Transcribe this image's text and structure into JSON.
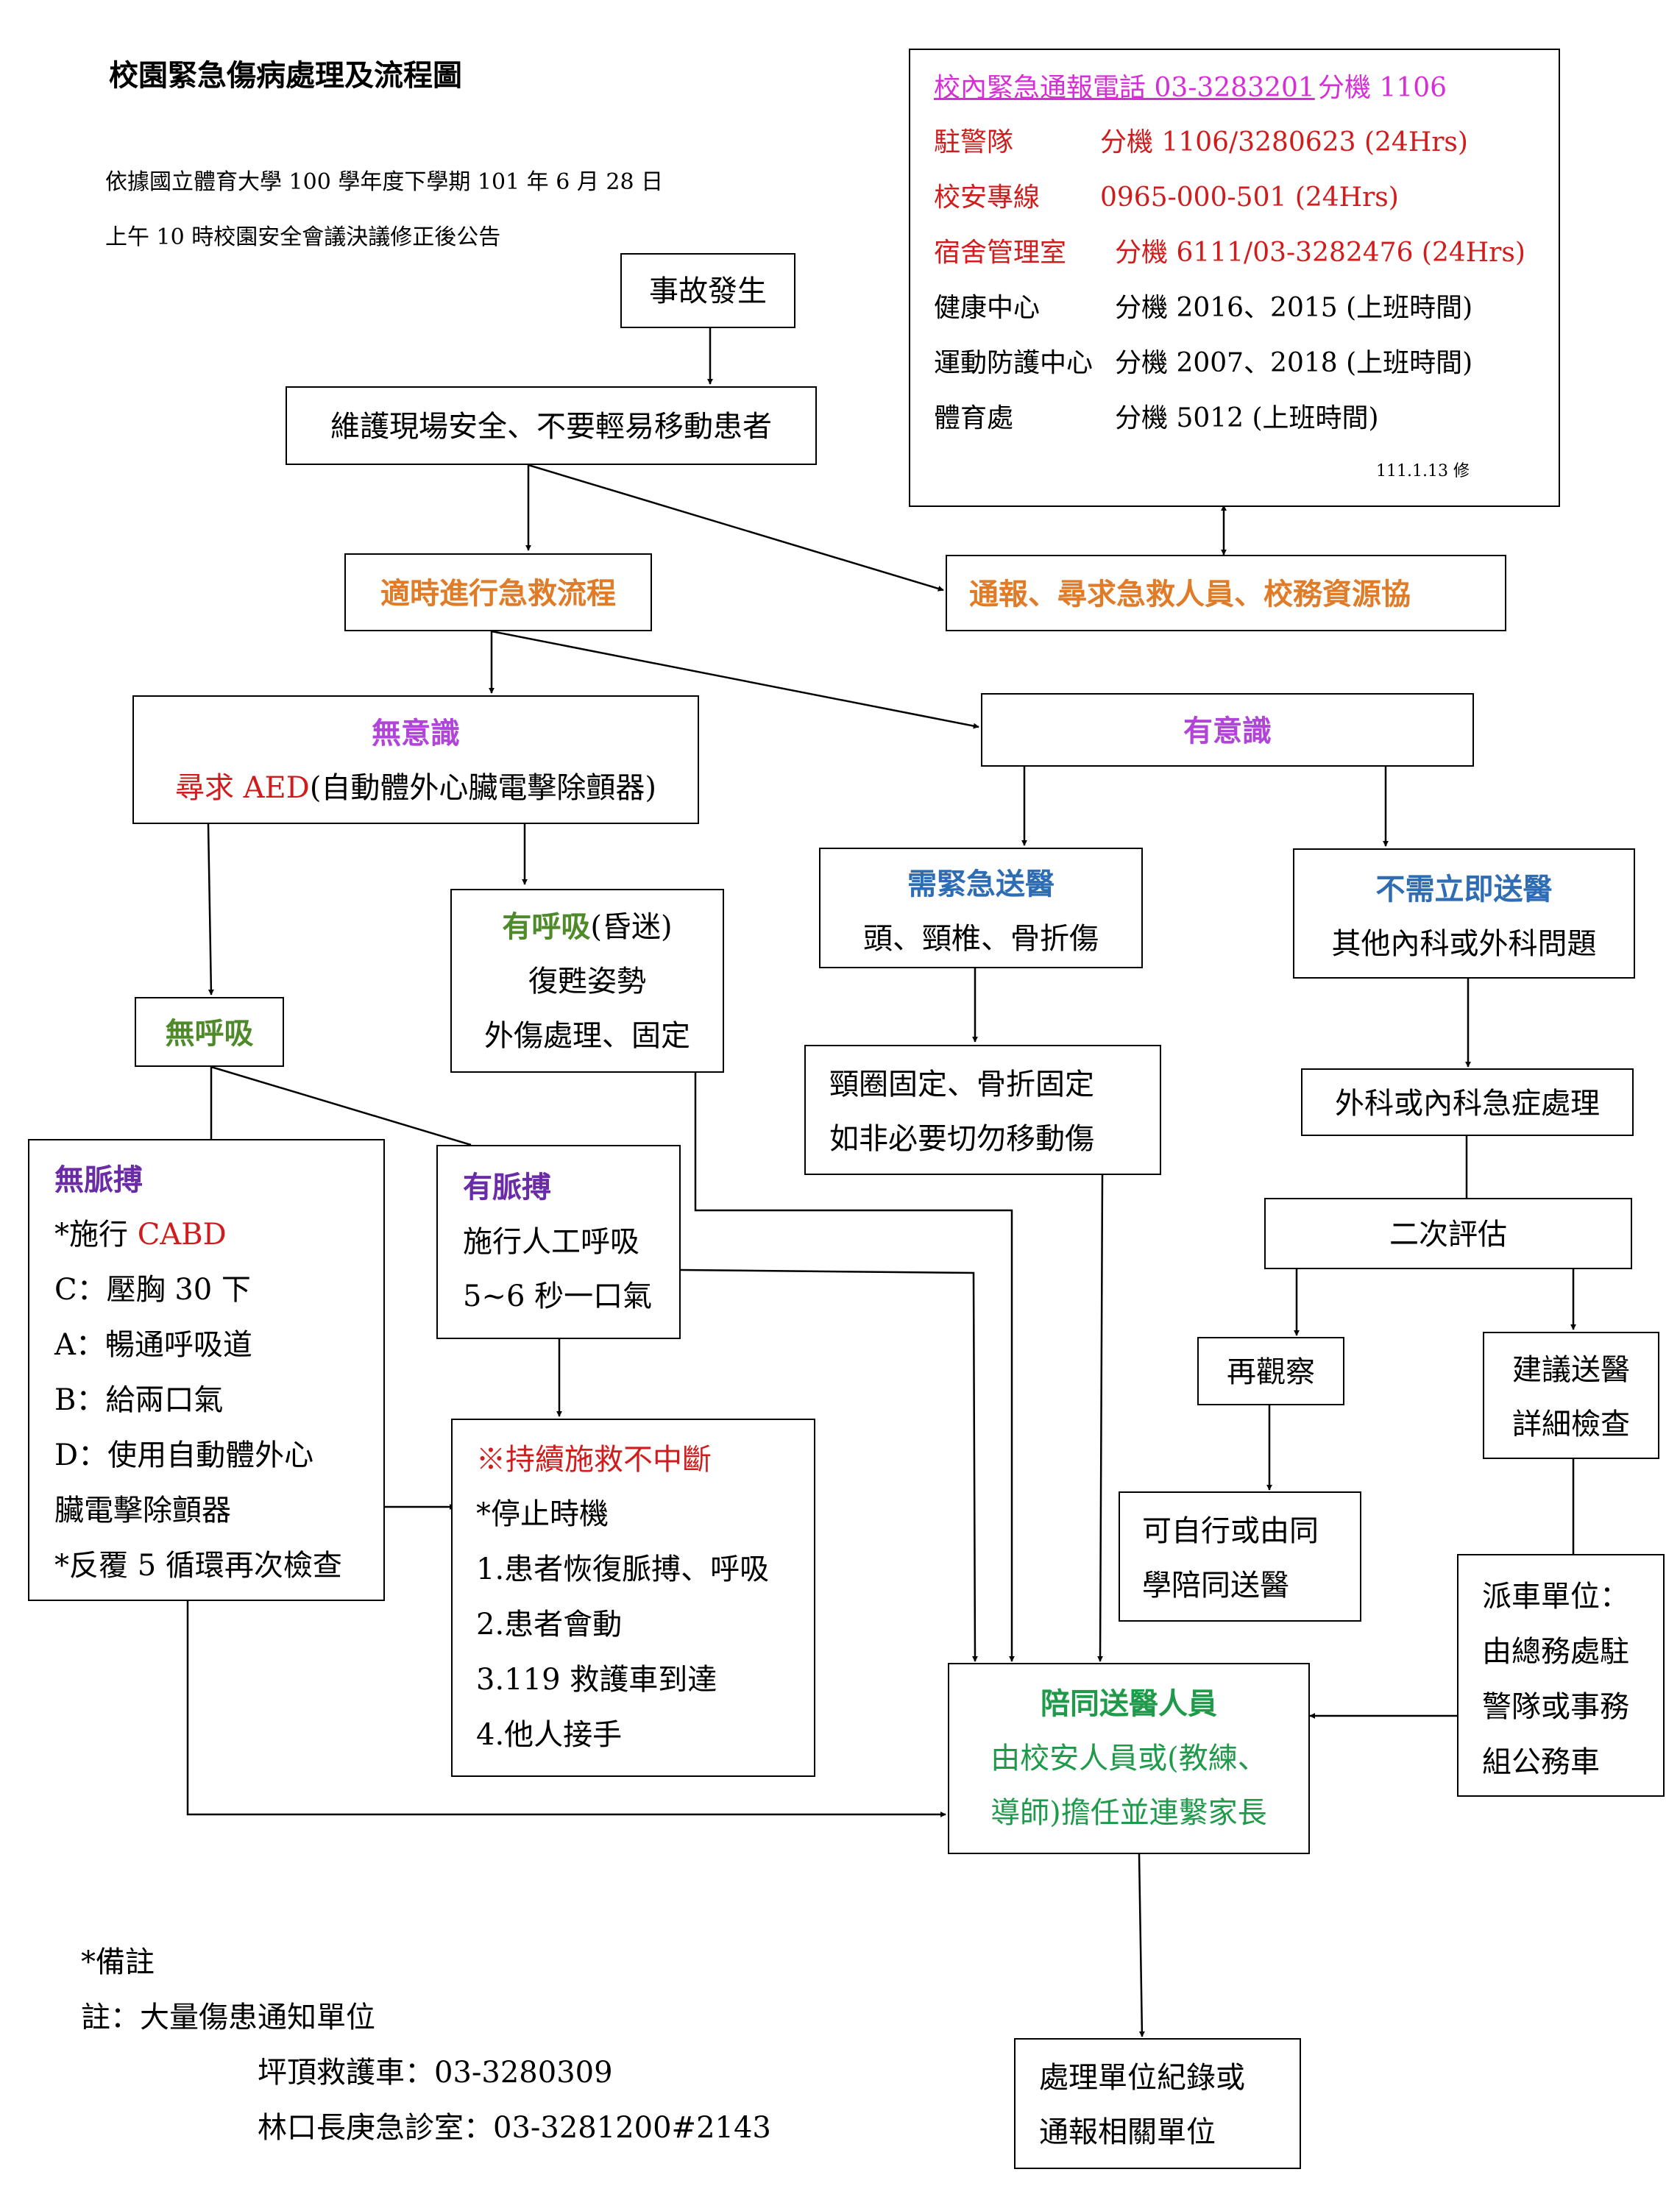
{
  "colors": {
    "orange": "#e07b28",
    "purple": "#b045d8",
    "red": "#d01c1c",
    "green": "#4e8a2a",
    "blue": "#2e6db4",
    "teal": "#1f9a4a",
    "magenta": "#d62ed6",
    "darkpurple": "#6a2ba6"
  },
  "header": {
    "title": "校園緊急傷病處理及流程圖",
    "note_line1": "依據國立體育大學 100 學年度下學期 101 年 6 月 28 日",
    "note_line2": "上午 10 時校園安全會議決議修正後公告"
  },
  "contacts": {
    "hotline_label": "校內緊急通報電話 03-3283201",
    "hotline_ext": "分機 1106",
    "rows": [
      {
        "name": "駐警隊",
        "value": "分機 1106/3280623 (24Hrs)"
      },
      {
        "name": "校安專線",
        "value": "0965-000-501 (24Hrs)"
      },
      {
        "name": "宿舍管理室",
        "value": "分機 6111/03-3282476 (24Hrs)"
      },
      {
        "name": "健康中心",
        "value": "分機 2016、2015 (上班時間)"
      },
      {
        "name": "運動防護中心",
        "value": "分機 2007、2018 (上班時間)"
      },
      {
        "name": "體育處",
        "value": "分機 5012 (上班時間)"
      }
    ],
    "revision": "111.1.13 修"
  },
  "flow": {
    "accident": "事故發生",
    "safety": "維護現場安全、不要輕易移動患者",
    "first_aid": "適時進行急救流程",
    "notify": "通報、尋求急救人員、校務資源協",
    "unconscious_title": "無意識",
    "aed_red": "尋求 AED",
    "aed_rest": "(自動體外心臟電擊除顫器)",
    "conscious": "有意識",
    "breathing_title": "有呼吸",
    "breathing_paren": "(昏迷)",
    "breathing_l2": "復甦姿勢",
    "breathing_l3": "外傷處理、固定",
    "no_breath": "無呼吸",
    "urgent_title": "需緊急送醫",
    "urgent_l2": "頭、頸椎、骨折傷",
    "fix_l1": "頸圈固定、骨折固定",
    "fix_l2": "如非必要切勿移動傷",
    "nonurgent_title": "不需立即送醫",
    "nonurgent_l2": "其他內科或外科問題",
    "medical": "外科或內科急症處理",
    "reassess": "二次評估",
    "observe": "再觀察",
    "suggest_l1": "建議送醫",
    "suggest_l2": "詳細檢查",
    "self_l1": "可自行或由同",
    "self_l2": "學陪同送醫",
    "no_pulse_title": "無脈搏",
    "cabd_prefix": "*施行 ",
    "cabd_red": "CABD",
    "cabd_c": "C：壓胸 30 下",
    "cabd_a": "A：暢通呼吸道",
    "cabd_b": "B：給兩口氣",
    "cabd_d1": "D：使用自動體外心",
    "cabd_d2": "臟電擊除顫器",
    "cabd_repeat": "*反覆 5 循環再次檢查",
    "pulse_title": "有脈搏",
    "pulse_l2": "施行人工呼吸",
    "pulse_l3": "5~6 秒一口氣",
    "continue_title": "※持續施救不中斷",
    "continue_l1": "*停止時機",
    "continue_l2": "1.患者恢復脈搏、呼吸",
    "continue_l3": "2.患者會動",
    "continue_l4": "3.119 救護車到達",
    "continue_l5": "4.他人接手",
    "escort_title": "陪同送醫人員",
    "escort_l2": "由校安人員或(教練、",
    "escort_l3": "導師)擔任並連繫家長",
    "dispatch_l1": "派車單位：",
    "dispatch_l2": "由總務處駐",
    "dispatch_l3": "警隊或事務",
    "dispatch_l4": "組公務車",
    "record_l1": "處理單位紀錄或",
    "record_l2": "通報相關單位"
  },
  "footer": {
    "remark": "*備註",
    "note": "註：大量傷患通知單位",
    "ambulance": "坪頂救護車：03-3280309",
    "hospital": "林口長庚急診室：03-3281200#2143"
  }
}
